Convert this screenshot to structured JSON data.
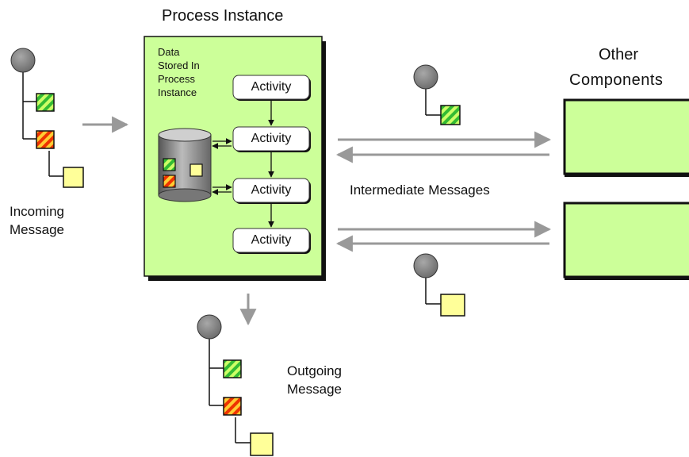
{
  "process": {
    "title": "Process Instance",
    "data_note": [
      "Data",
      "Stored In",
      "Process",
      "Instance"
    ],
    "activities": [
      "Activity",
      "Activity",
      "Activity",
      "Activity"
    ]
  },
  "other_components": {
    "title_line1": "Other",
    "title_line2": "Components"
  },
  "labels": {
    "incoming_line1": "Incoming",
    "incoming_line2": "Message",
    "intermediate": "Intermediate Messages",
    "outgoing_line1": "Outgoing",
    "outgoing_line2": "Message"
  },
  "colors": {
    "process_fill": "#ccff99",
    "component_fill": "#ccff99",
    "arrow": "#999999",
    "node_gray": "#808080",
    "green_part": "#33cc33",
    "red_part": "#ff3300",
    "yellow_part": "#ffff99"
  }
}
